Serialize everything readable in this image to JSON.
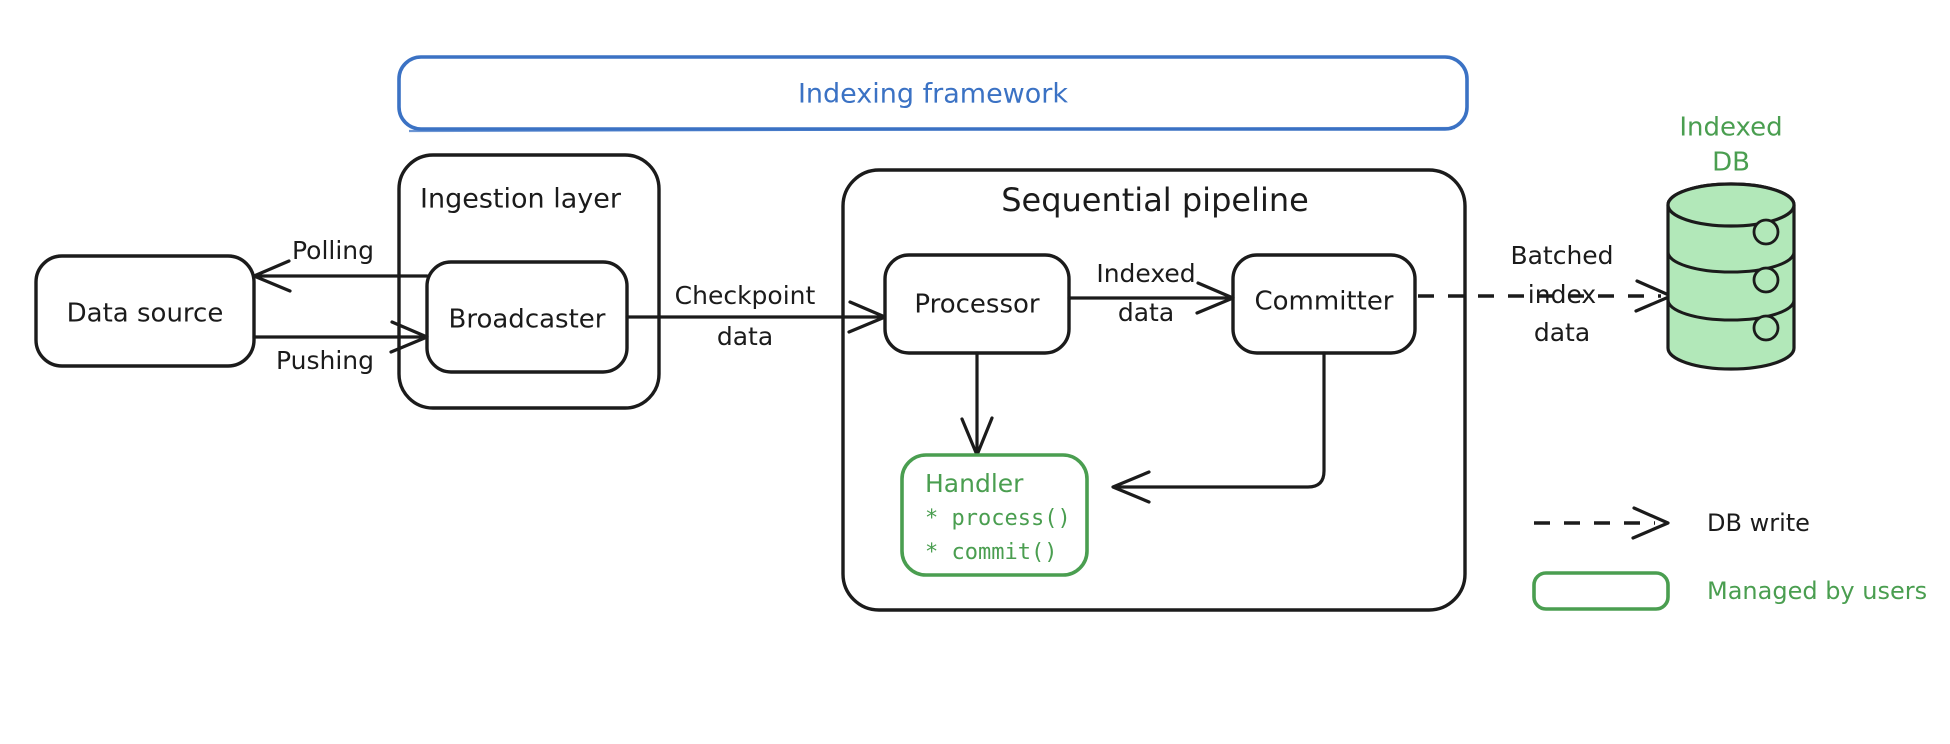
{
  "diagram": {
    "title": "Indexing framework architecture",
    "colors": {
      "ink": "#1b1b1b",
      "framework_blue": "#3b72c4",
      "user_green": "#4a9e50",
      "db_fill": "#b2e8b9",
      "background": "#ffffff"
    }
  },
  "framework": {
    "label": "Indexing framework"
  },
  "nodes": {
    "data_source": {
      "label": "Data source"
    },
    "ingestion_layer": {
      "label": "Ingestion layer"
    },
    "broadcaster": {
      "label": "Broadcaster"
    },
    "sequential_pipeline": {
      "label": "Sequential pipeline"
    },
    "processor": {
      "label": "Processor"
    },
    "committer": {
      "label": "Committer"
    },
    "handler": {
      "label": "Handler",
      "methods": [
        "* process()",
        "* commit()"
      ]
    },
    "indexed_db": {
      "label_line1": "Indexed",
      "label_line2": "DB"
    }
  },
  "edges": {
    "polling": {
      "label": "Polling"
    },
    "pushing": {
      "label": "Pushing"
    },
    "checkpoint": {
      "label_line1": "Checkpoint",
      "label_line2": "data"
    },
    "indexed_data": {
      "label_line1": "Indexed",
      "label_line2": "data"
    },
    "batched": {
      "label_line1": "Batched",
      "label_line2": "index",
      "label_line3": "data"
    }
  },
  "legend": {
    "items": [
      {
        "type": "dashed-arrow",
        "label": "DB write"
      },
      {
        "type": "green-box",
        "label": "Managed by users"
      }
    ]
  }
}
